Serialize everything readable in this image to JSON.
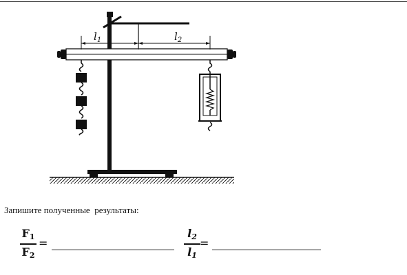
{
  "diagram": {
    "labels": {
      "l1": "l",
      "l1_sub": "1",
      "l2": "l",
      "l2_sub": "2"
    }
  },
  "instruction": "Запишите полученные  результаты:",
  "formulas": [
    {
      "numerator": "F",
      "numerator_sub": "1",
      "denominator": "F",
      "denominator_sub": "2",
      "equals": "="
    },
    {
      "numerator": "l",
      "numerator_sub": "2",
      "denominator": "l",
      "denominator_sub": "1",
      "equals": "="
    }
  ]
}
